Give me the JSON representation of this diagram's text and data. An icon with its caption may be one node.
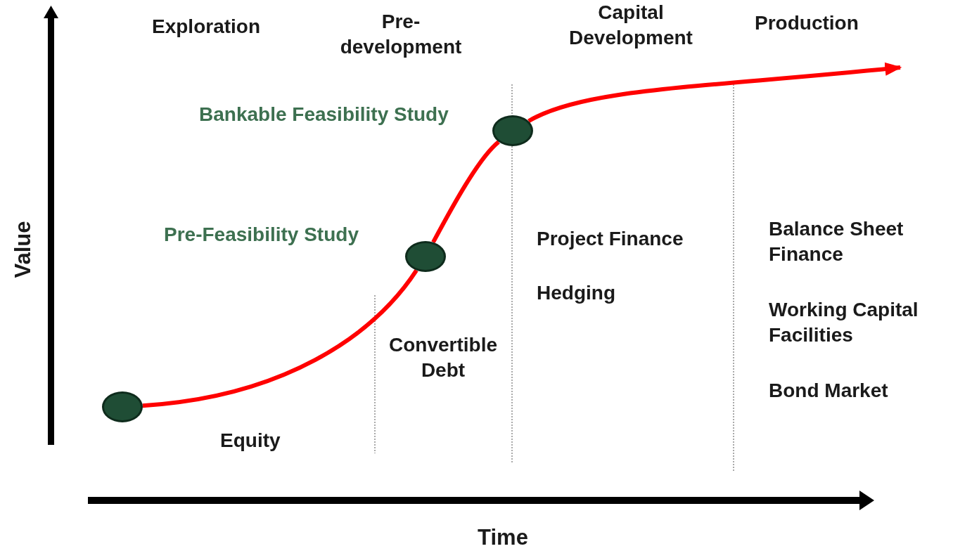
{
  "diagram": {
    "nodes": [
      {
        "text": [],
        "shape": "circle"
      },
      {
        "text": [],
        "shape": "circle",
        "beside": [
          "Pre-Feasibility Study"
        ]
      },
      {
        "text": [],
        "shape": "circle",
        "beside": [
          "Bankable Feasibility Study"
        ]
      }
    ],
    "edges": [
      {
        "from": 0,
        "to": 1,
        "arrow": "none"
      },
      {
        "from": 1,
        "to": 2,
        "arrow": "none"
      },
      {
        "from": 2,
        "to": null,
        "arrow": "to"
      }
    ],
    "labels": [
      "Exploration",
      "Pre- development",
      "Capital Development",
      "Production",
      "Project Finance",
      "Balance Sheet Finance",
      "Hedging",
      "Working Capital Facilities",
      "Convertible Debt",
      "Bond Market",
      "Equity",
      "Value",
      "Time"
    ]
  }
}
